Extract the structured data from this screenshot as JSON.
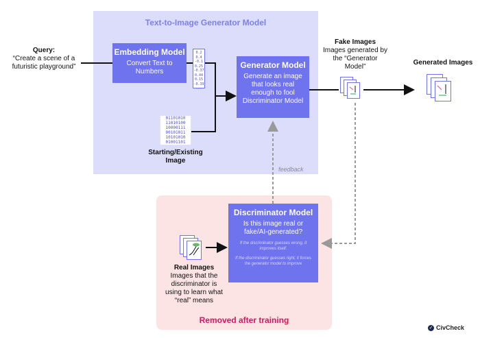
{
  "top_panel": {
    "title": "Text-to-Image Generator Model"
  },
  "query": {
    "label": "Query:",
    "text": "“Create a scene of a futuristic playground”"
  },
  "embedding": {
    "title": "Embedding Model",
    "subtitle": "Convert Text to Numbers"
  },
  "vector": [
    "0.2",
    "0.4",
    "-0.1",
    "0.25",
    "-0.37",
    "0.44",
    "0.15",
    "-0.39",
    "..."
  ],
  "bits": [
    "01101010",
    "11010100",
    "10000111",
    "00101011",
    "10101010",
    "01001101"
  ],
  "starting_image": {
    "label": "Starting/Existing Image"
  },
  "generator": {
    "title": "Generator Model",
    "subtitle": "Generate an image that looks real enough to fool Discriminator Model"
  },
  "fake_images": {
    "title": "Fake Images",
    "text": "Images generated by the “Generator Model”"
  },
  "generated_images": {
    "label": "Generated Images"
  },
  "feedback_label": "feedback",
  "discriminator": {
    "title": "Discriminator Model",
    "subtitle": "Is this image real or fake/AI-generated?",
    "note1": "If the discriminator guesses wrong, it improves itself.",
    "note2": "If the discriminator guesses right, it forces the generator model to improve"
  },
  "real_images": {
    "title": "Real Images",
    "text": "Images that the discriminator is using to learn what “real” means"
  },
  "bottom_panel": {
    "title": "Removed after training"
  },
  "brand": {
    "name": "CivCheck"
  },
  "colors": {
    "accent": "#7073ee",
    "panel_top": "#dcdcfb",
    "panel_bottom": "#fde4e4",
    "removed": "#d6155f"
  }
}
